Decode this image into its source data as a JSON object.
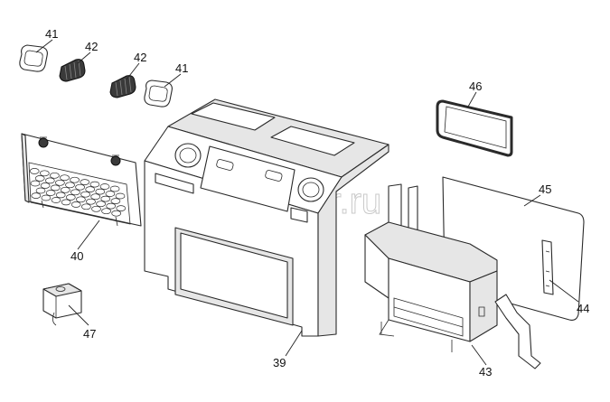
{
  "callouts": {
    "c41a": "41",
    "c42a": "42",
    "c42b": "42",
    "c41b": "41",
    "c46": "46",
    "c45": "45",
    "c40": "40",
    "c44": "44",
    "c47": "47",
    "c39": "39",
    "c43": "43"
  },
  "watermark": "autopiter.ru",
  "colors": {
    "line": "#2a2a2a",
    "shade": "#e6e6e6",
    "watermark": "#c9c9c9"
  }
}
